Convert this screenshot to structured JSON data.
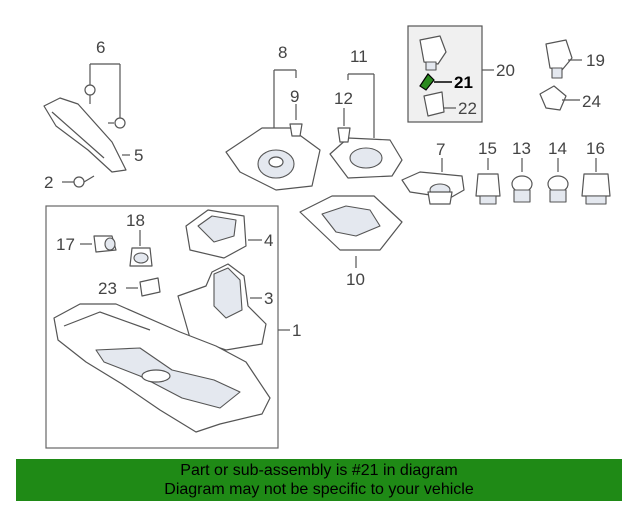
{
  "callouts": {
    "c1": "1",
    "c2": "2",
    "c3": "3",
    "c4": "4",
    "c5": "5",
    "c6": "6",
    "c7": "7",
    "c8": "8",
    "c9": "9",
    "c10": "10",
    "c11": "11",
    "c12": "12",
    "c13": "13",
    "c14": "14",
    "c15": "15",
    "c16": "16",
    "c17": "17",
    "c18": "18",
    "c19": "19",
    "c20": "20",
    "c21": "21",
    "c22": "22",
    "c23": "23",
    "c24": "24"
  },
  "banner": {
    "line1": "Part or sub-assembly is #21 in diagram",
    "line2": "Diagram may not be specific to your vehicle"
  },
  "colors": {
    "banner_bg": "#1f8a16",
    "highlight_part": "#2a8a1e"
  }
}
